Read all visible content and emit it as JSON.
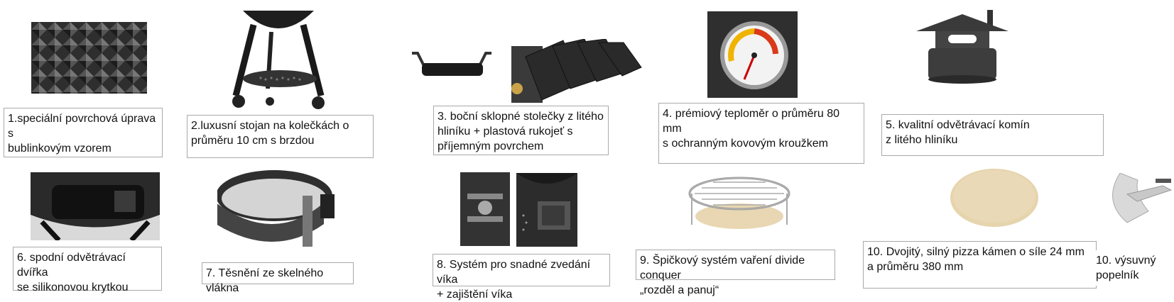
{
  "features": [
    {
      "caption": "1.speciální povrchová úprava s\nbublinkovým vzorem",
      "image": "diamond-texture"
    },
    {
      "caption": "2.luxusní stojan na kolečkách o\nprůměru 10 cm s brzdou",
      "image": "stand-with-wheels"
    },
    {
      "caption": "3. boční sklopné stolečky z litého\nhliníku + plastová rukojeť s\npříjemným povrchem",
      "image": "side-tables-handle"
    },
    {
      "caption": "4. prémiový teploměr o průměru 80 mm\ns ochranným kovovým kroužkem",
      "image": "thermometer"
    },
    {
      "caption": "5.     kvalitní odvětrávací komín\nz litého hliníku",
      "image": "chimney"
    },
    {
      "caption": "6. spodní odvětrávací dvířka\nse silikonovou krytkou",
      "image": "bottom-vent"
    },
    {
      "caption": "7. Těsnění ze skelného vlákna",
      "image": "fiberglass-gasket"
    },
    {
      "caption": "8. Systém pro snadné zvedání víka\n+ zajištění víka",
      "image": "lid-lift-system"
    },
    {
      "caption": "9. Špičkový systém vaření divide conquer\n„rozděl a panuj“",
      "image": "cooking-grates"
    },
    {
      "caption": "10. Dvojitý, silný pizza kámen o síle  24 mm\n a průměru 380 mm",
      "image": "pizza-stone"
    },
    {
      "caption": "10. výsuvný\npopelník",
      "image": "ash-drawer"
    }
  ],
  "colors": {
    "border": "#a9a9a9",
    "grill": "#2b2b2b",
    "stone": "#e8d7b2"
  }
}
